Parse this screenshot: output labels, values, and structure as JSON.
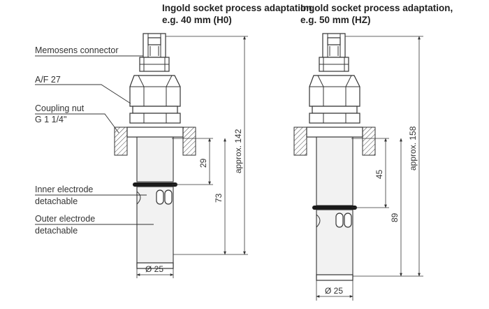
{
  "left": {
    "title_line1": "Ingold socket process adaptation,",
    "title_line2": "e.g. 40 mm (H0)",
    "labels": {
      "memosens": "Memosens connector",
      "af": "A/F 27",
      "coupling_line1": "Coupling nut",
      "coupling_line2": "G 1 1/4\"",
      "inner_line1": "Inner electrode",
      "inner_line2": "detachable",
      "outer_line1": "Outer electrode",
      "outer_line2": "detachable"
    },
    "dims": {
      "d29": "29",
      "d73": "73",
      "approx": "approx. 142",
      "diameter": "Ø 25"
    }
  },
  "right": {
    "title_line1": "Ingold socket process adaptation,",
    "title_line2": "e.g. 50 mm (HZ)",
    "dims": {
      "d45": "45",
      "d89": "89",
      "approx": "approx. 158",
      "diameter": "Ø 25"
    }
  }
}
